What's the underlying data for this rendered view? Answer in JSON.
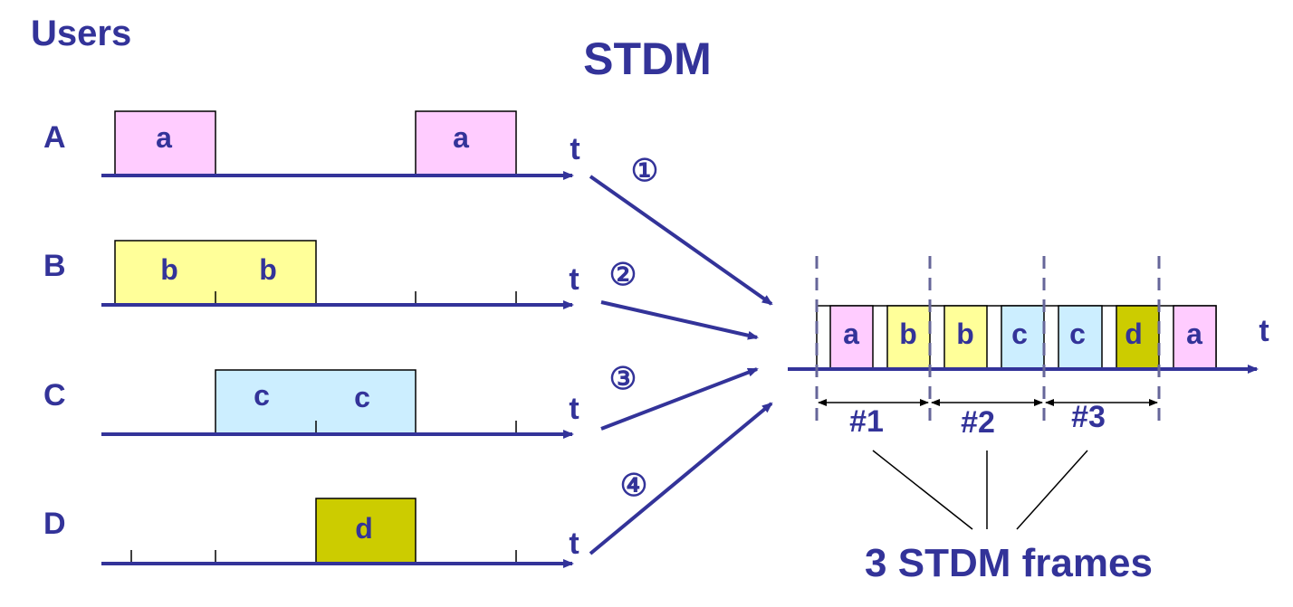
{
  "colors": {
    "navy": "#333399",
    "slot_a": "#ffccff",
    "slot_b": "#ffff99",
    "slot_c": "#cceeff",
    "slot_d": "#cccc00",
    "outline": "#000000",
    "dashed": "#666699"
  },
  "header": {
    "users_label": "Users",
    "title": "STDM"
  },
  "users": [
    {
      "name": "A",
      "axis_label": "t",
      "blocks": [
        "a",
        "a"
      ]
    },
    {
      "name": "B",
      "axis_label": "t",
      "blocks": [
        "b",
        "b"
      ]
    },
    {
      "name": "C",
      "axis_label": "t",
      "blocks": [
        "c",
        "c"
      ]
    },
    {
      "name": "D",
      "axis_label": "t",
      "blocks": [
        "d"
      ]
    }
  ],
  "circled_numbers": [
    "①",
    "②",
    "③",
    "④"
  ],
  "output": {
    "axis_label": "t",
    "slots": [
      {
        "label": "a",
        "color_key": "slot_a"
      },
      {
        "label": "b",
        "color_key": "slot_b"
      },
      {
        "label": "b",
        "color_key": "slot_b"
      },
      {
        "label": "c",
        "color_key": "slot_c"
      },
      {
        "label": "c",
        "color_key": "slot_c"
      },
      {
        "label": "d",
        "color_key": "slot_d"
      },
      {
        "label": "a",
        "color_key": "slot_a"
      }
    ],
    "frames": [
      "#1",
      "#2",
      "#3"
    ],
    "caption": "3 STDM frames"
  }
}
